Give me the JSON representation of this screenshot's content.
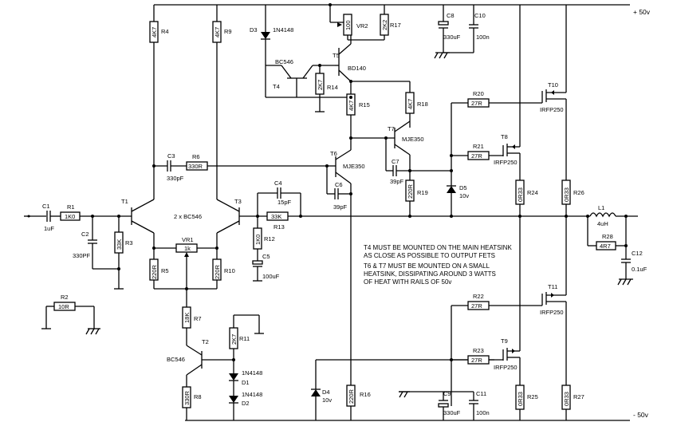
{
  "rails": {
    "pos": "+ 50v",
    "neg": "- 50v"
  },
  "resistors": {
    "R1": {
      "name": "R1",
      "value": "1K0"
    },
    "R2": {
      "name": "R2",
      "value": "10R"
    },
    "R3": {
      "name": "R3",
      "value": "33K"
    },
    "R4": {
      "name": "R4",
      "value": "4K7"
    },
    "R5": {
      "name": "R5",
      "value": "220R"
    },
    "R6": {
      "name": "R6",
      "value": "330R"
    },
    "R7": {
      "name": "R7",
      "value": "18K"
    },
    "R8": {
      "name": "R8",
      "value": "330R"
    },
    "R9": {
      "name": "R9",
      "value": "4K7"
    },
    "R10": {
      "name": "R10",
      "value": "220R"
    },
    "R11": {
      "name": "R11",
      "value": "2K7"
    },
    "R12": {
      "name": "R12",
      "value": "1K0"
    },
    "R13": {
      "name": "R13",
      "value": "33K"
    },
    "R14": {
      "name": "R14",
      "value": "2K7"
    },
    "R15": {
      "name": "R15",
      "value": "4K7"
    },
    "R16": {
      "name": "R16",
      "value": "220R"
    },
    "R17": {
      "name": "R17",
      "value": "2K2"
    },
    "R18": {
      "name": "R18",
      "value": "4K7"
    },
    "R19": {
      "name": "R19",
      "value": "220R"
    },
    "R20": {
      "name": "R20",
      "value": "27R"
    },
    "R21": {
      "name": "R21",
      "value": "27R"
    },
    "R22": {
      "name": "R22",
      "value": "27R"
    },
    "R23": {
      "name": "R23",
      "value": "27R"
    },
    "R24": {
      "name": "R24",
      "value": "0R33"
    },
    "R25": {
      "name": "R25",
      "value": "0R33"
    },
    "R26": {
      "name": "R26",
      "value": "0R33"
    },
    "R27": {
      "name": "R27",
      "value": "0R33"
    },
    "R28": {
      "name": "R28",
      "value": "4R7"
    }
  },
  "vr": {
    "VR1": {
      "name": "VR1",
      "value": "1k"
    },
    "VR2": {
      "name": "VR2",
      "value": "100"
    }
  },
  "caps": {
    "C1": {
      "name": "C1",
      "value": "1uF"
    },
    "C2": {
      "name": "C2",
      "value": "330PF"
    },
    "C3": {
      "name": "C3",
      "value": "330pF"
    },
    "C4": {
      "name": "C4",
      "value": "15pF"
    },
    "C5": {
      "name": "C5",
      "value": "100uF"
    },
    "C6": {
      "name": "C6",
      "value": "39pF"
    },
    "C7": {
      "name": "C7",
      "value": "39pF"
    },
    "C8": {
      "name": "C8",
      "value": "330uF"
    },
    "C9": {
      "name": "C9",
      "value": "330uF"
    },
    "C10": {
      "name": "C10",
      "value": "100n"
    },
    "C11": {
      "name": "C11",
      "value": "100n"
    },
    "C12": {
      "name": "C12",
      "value": "0.1uF"
    }
  },
  "diodes": {
    "D1": {
      "name": "D1",
      "value": "1N4148"
    },
    "D2": {
      "name": "D2",
      "value": "1N4148"
    },
    "D3": {
      "name": "D3",
      "value": "1N4148"
    },
    "D4": {
      "name": "D4",
      "value": "10v"
    },
    "D5": {
      "name": "D5",
      "value": "10v"
    }
  },
  "transistors": {
    "T1": "T1",
    "T2": "T2",
    "T3": "T3",
    "T4": "T4",
    "T5": "T5",
    "T6": "T6",
    "T7": "T7",
    "T8": "T8",
    "T9": "T9",
    "T10": "T10",
    "T11": "T11",
    "T2_type": "BC546",
    "T4_type": "BC546",
    "T5_type": "BD140",
    "T6_type": "MJE350",
    "T7_type": "MJE350",
    "T8_type": "IRFP250",
    "T9_type": "IRFP250",
    "T10_type": "IRFP250",
    "T11_type": "IRFP250",
    "pair": "2 x BC546"
  },
  "inductor": {
    "name": "L1",
    "value": "4uH"
  },
  "notes": [
    "T4 MUST BE MOUNTED ON THE MAIN HEATSINK",
    "AS CLOSE AS POSSIBLE TO OUTPUT FETS",
    "T6 & T7 MUST BE MOUNTED ON A SMALL",
    "HEATSINK, DISSIPATING AROUND 3 WATTS",
    "OF HEAT WITH RAILS OF 50v"
  ]
}
